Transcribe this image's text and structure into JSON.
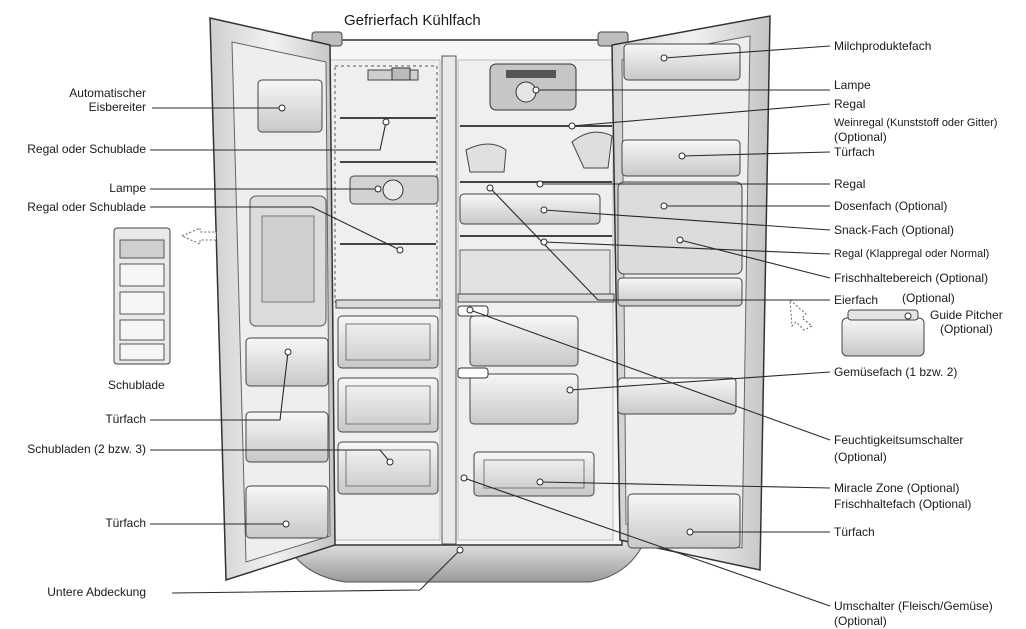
{
  "title": "Gefrierfach Kühlfach",
  "labels": {
    "left": {
      "eisbereiter_1": "Automatischer",
      "eisbereiter_2": "Eisbereiter",
      "regal_schublade_1": "Regal oder Schublade",
      "lampe": "Lampe",
      "regal_schublade_2": "Regal oder Schublade",
      "schublade": "Schublade",
      "tuerfach_1": "Türfach",
      "schubladen": "Schubladen (2 bzw. 3)",
      "tuerfach_2": "Türfach",
      "untere_abdeckung": "Untere Abdeckung"
    },
    "right": {
      "milchproduktefach": "Milchproduktefach",
      "lampe": "Lampe",
      "regal_1": "Regal",
      "weinregal": "Weinregal (Kunststoff oder Gitter)",
      "optional_1": "(Optional)",
      "tuerfach_1": "Türfach",
      "regal_2": "Regal",
      "dosenfach": "Dosenfach (Optional)",
      "snack_fach": "Snack-Fach (Optional)",
      "klappregal": "Regal (Klappregal oder Normal)",
      "frischhaltebereich": "Frischhaltebereich (Optional)",
      "eierfach": "Eierfach",
      "optional_2": "(Optional)",
      "guide_pitcher": "Guide Pitcher",
      "optional_3": "(Optional)",
      "gemuesefach": "Gemüsefach (1 bzw. 2)",
      "feuchtigkeit": "Feuchtigkeitsumschalter",
      "optional_4": "(Optional)",
      "miracle_zone": "Miracle Zone (Optional)",
      "frischhaltefach": "Frischhaltefach (Optional)",
      "tuerfach_2": "Türfach",
      "umschalter": "Umschalter (Fleisch/Gemüse)",
      "optional_5": "(Optional)"
    }
  },
  "colors": {
    "ink": "#1a1a1a",
    "line": "#2a2a2a",
    "body": "#f4f4f4",
    "shade": "#d9d9d9",
    "dark": "#8a8a8a"
  }
}
